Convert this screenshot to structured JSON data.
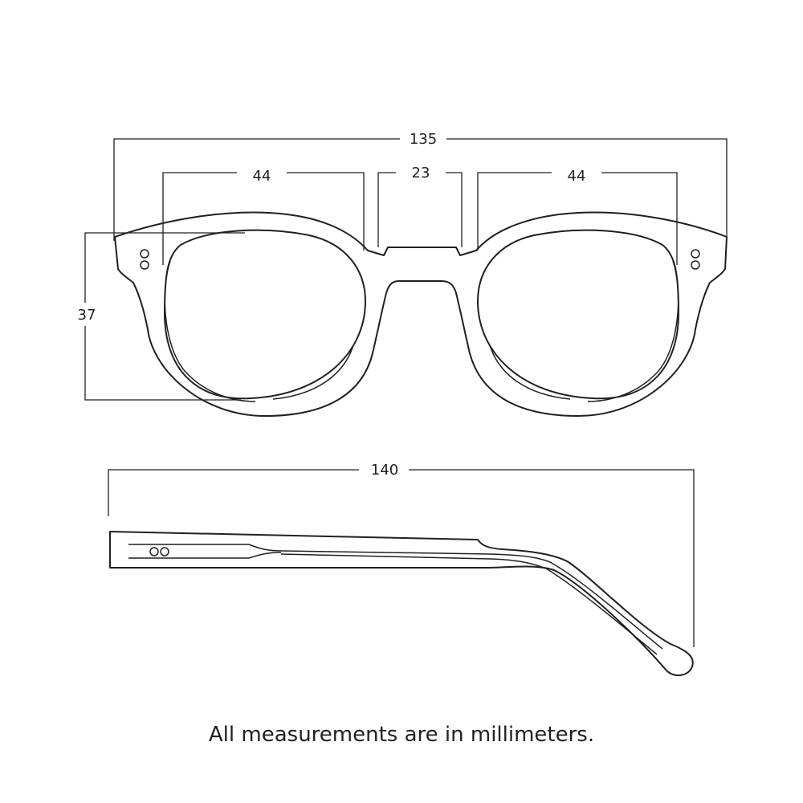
{
  "dimensions": {
    "total_width": "135",
    "lens_width_left": "44",
    "bridge_width": "23",
    "lens_width_right": "44",
    "lens_height": "37",
    "temple_length": "140"
  },
  "caption": "All measurements are in millimeters."
}
